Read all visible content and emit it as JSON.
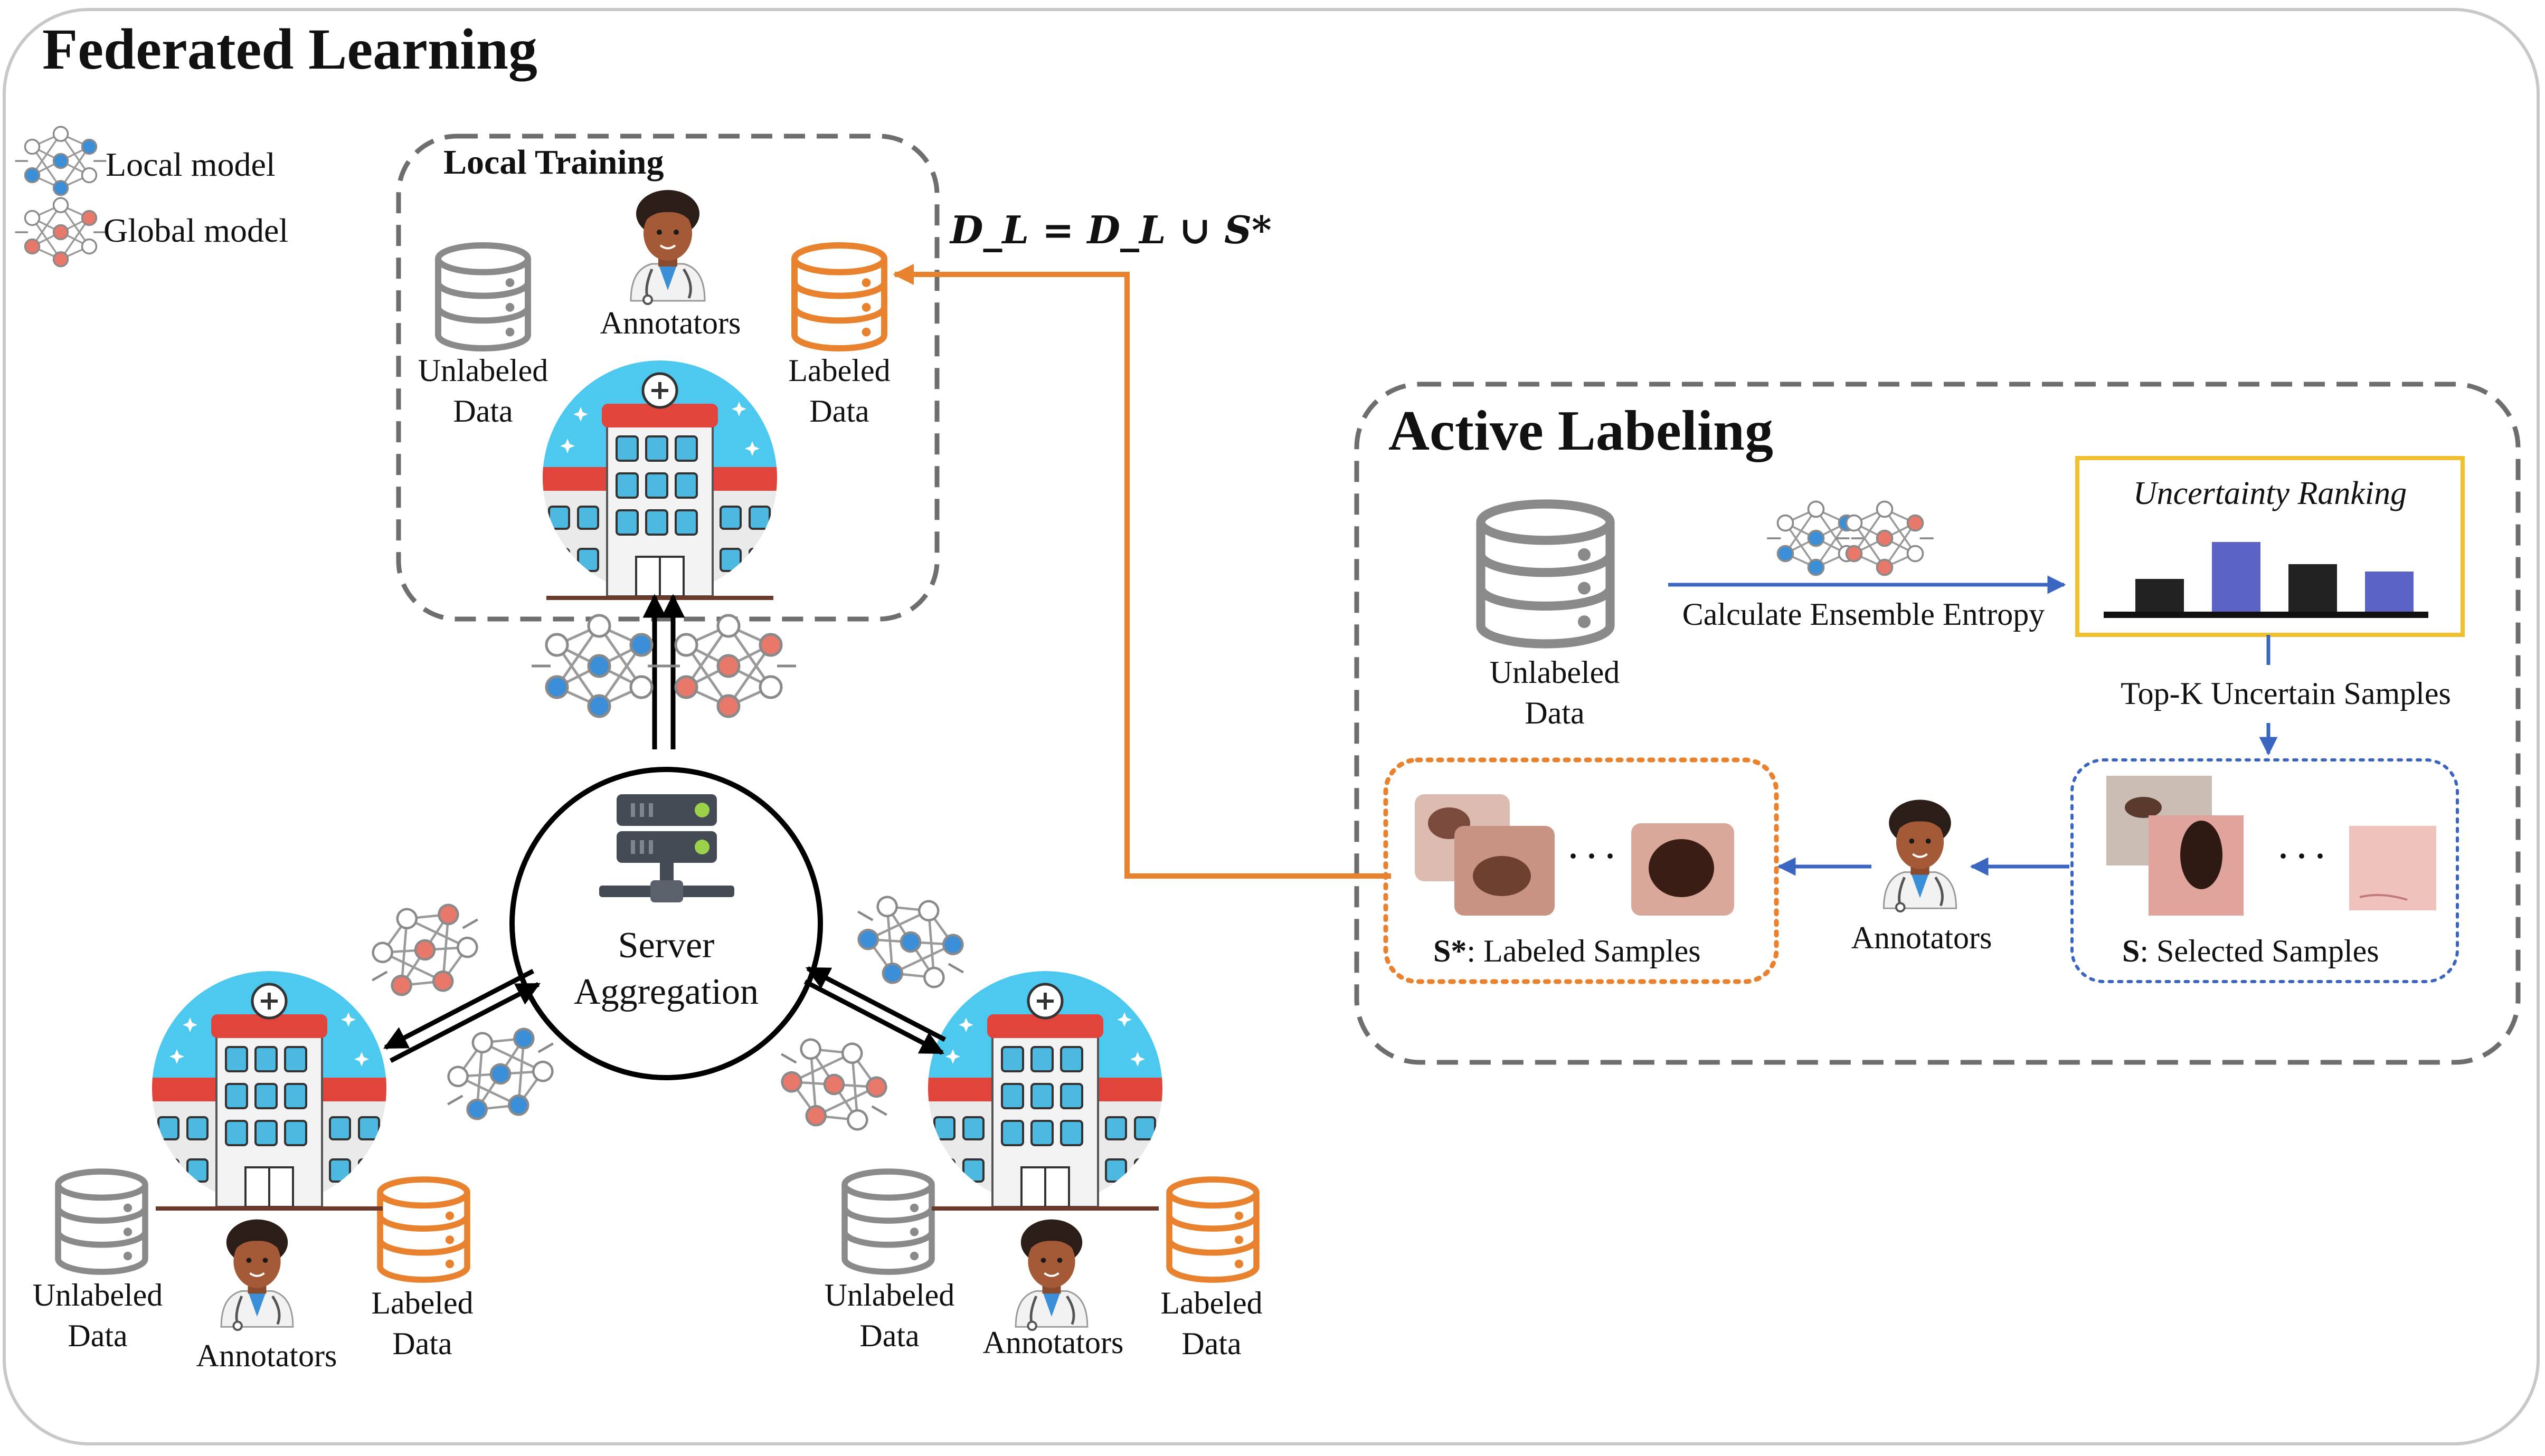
{
  "figure": {
    "federated_title": "Federated Learning",
    "legend": {
      "local_model": "Local model",
      "global_model": "Global model"
    },
    "local_training": {
      "title": "Local Training",
      "unlabeled": [
        "Unlabeled",
        "Data"
      ],
      "annotators": "Annotators",
      "labeled": [
        "Labeled",
        "Data"
      ]
    },
    "formula": "D_L = D_L ∪ S*",
    "server": {
      "line1": "Server",
      "line2": "Aggregation"
    },
    "client_left": {
      "unlabeled": [
        "Unlabeled",
        "Data"
      ],
      "annotators": "Annotators",
      "labeled": [
        "Labeled",
        "Data"
      ]
    },
    "client_right": {
      "unlabeled": [
        "Unlabeled",
        "Data"
      ],
      "annotators": "Annotators",
      "labeled": [
        "Labeled",
        "Data"
      ]
    },
    "active_labeling": {
      "title": "Active Labeling",
      "unlabeled": [
        "Unlabeled",
        "Data"
      ],
      "entropy_label": "Calculate Ensemble Entropy",
      "ranking_title": "Uncertainty Ranking",
      "ranking_bars": [
        {
          "value": 0.45,
          "color": "#222222"
        },
        {
          "value": 0.95,
          "color": "#5b63c6"
        },
        {
          "value": 0.65,
          "color": "#222222"
        },
        {
          "value": 0.55,
          "color": "#5b63c6"
        }
      ],
      "topk_label": "Top-K Uncertain Samples",
      "selected_bold": "S",
      "selected_text": ": Selected Samples",
      "annotators": "Annotators",
      "labeled_bold": "S*",
      "labeled_text": ": Labeled Samples",
      "ellipsis": "· · ·"
    },
    "colors": {
      "orange": "#e8822e",
      "blue": "#3a66c2",
      "gray_db": "#8a8a8a",
      "dash_gray": "#6e6e6e",
      "yellow_border": "#f2bf2f",
      "sky": "#4dc8ef",
      "roof_red": "#e0443a"
    }
  }
}
